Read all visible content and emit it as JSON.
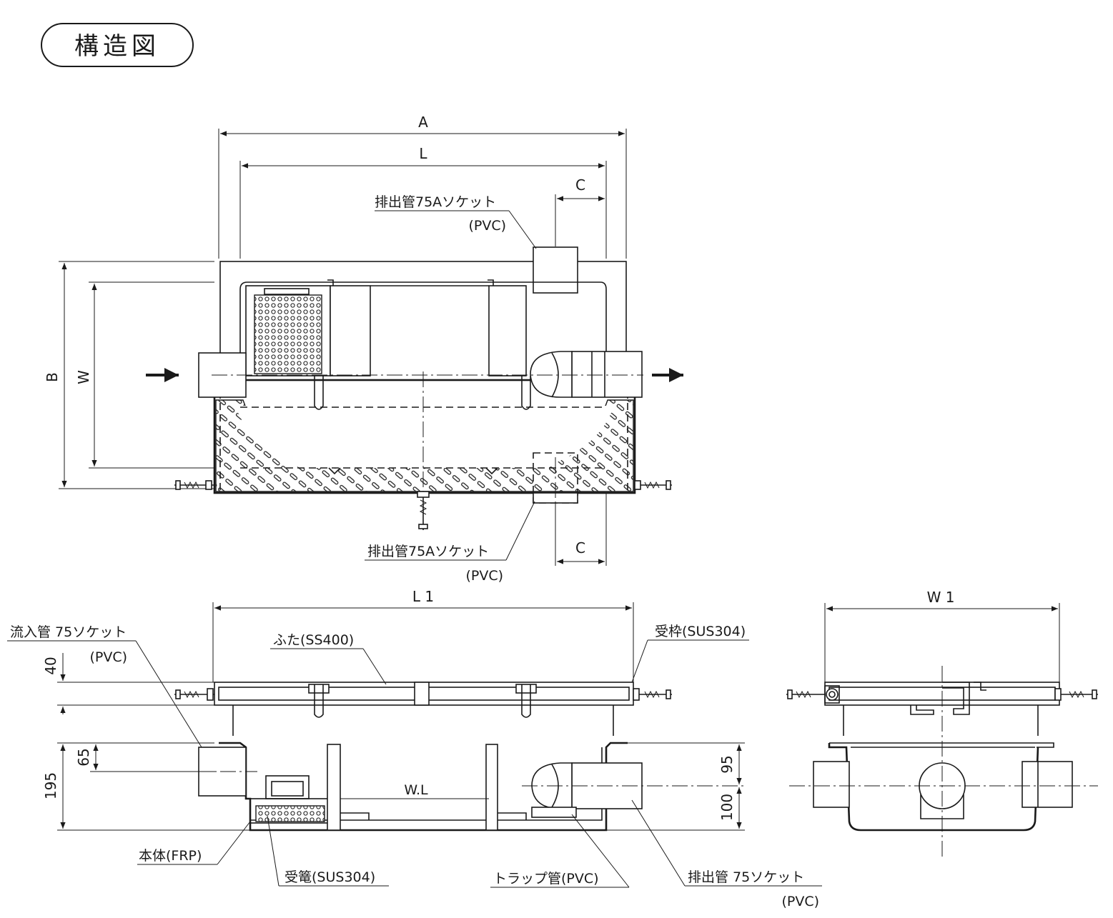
{
  "title": "構造図",
  "dimensions": {
    "A": "A",
    "L": "L",
    "C_top": "C",
    "C_bottom": "C",
    "B": "B",
    "W": "W",
    "L1": "L 1",
    "W1": "W 1",
    "d40": "40",
    "d65": "65",
    "d195": "195",
    "d95": "95",
    "d100": "100",
    "WL": "W.L"
  },
  "labels": {
    "outlet_socket_top": "排出管75Aソケット",
    "outlet_socket_top_material": "(PVC)",
    "outlet_socket_bottom": "排出管75Aソケット",
    "outlet_socket_bottom_material": "(PVC)",
    "inlet_pipe": "流入管 75ソケット",
    "inlet_pipe_material": "(PVC)",
    "lid": "ふた(SS400)",
    "frame": "受枠(SUS304)",
    "body": "本体(FRP)",
    "basket": "受篭(SUS304)",
    "trap_pipe": "トラップ管(PVC)",
    "outlet_pipe": "排出管 75ソケット",
    "outlet_pipe_material": "(PVC)"
  }
}
